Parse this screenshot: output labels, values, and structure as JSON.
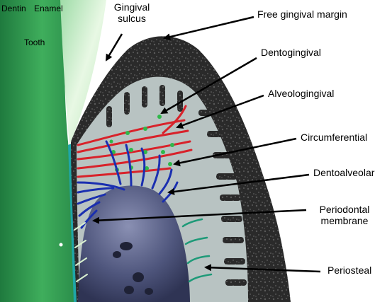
{
  "labels": {
    "dentin": "Dentin",
    "enamel": "Enamel",
    "tooth": "Tooth",
    "gingival_sulcus_1": "Gingival",
    "gingival_sulcus_2": "sulcus",
    "free_gingival_margin": "Free gingival margin",
    "dentogingival": "Dentogingival",
    "alveologingival": "Alveologingival",
    "circumferential": "Circumferential",
    "dentoalveolar": "Dentoalveolar",
    "periodontal_membrane_1": "Periodontal",
    "periodontal_membrane_2": "membrane",
    "periosteal": "Periosteal"
  },
  "colors": {
    "dentin": "#2f9a52",
    "enamel": "#cfeecf",
    "gingiva": "#2b2b2b",
    "connective": "#b8c3c2",
    "bone": "#4a5177",
    "dentogingival_fibers": "#d8222a",
    "circumferential_fibers": "#2fb84a",
    "dentoalveolar_fibers": "#1a2fb0",
    "periosteal_fibers": "#1e9a78",
    "periodontal_membrane": "#1fa6a8"
  }
}
